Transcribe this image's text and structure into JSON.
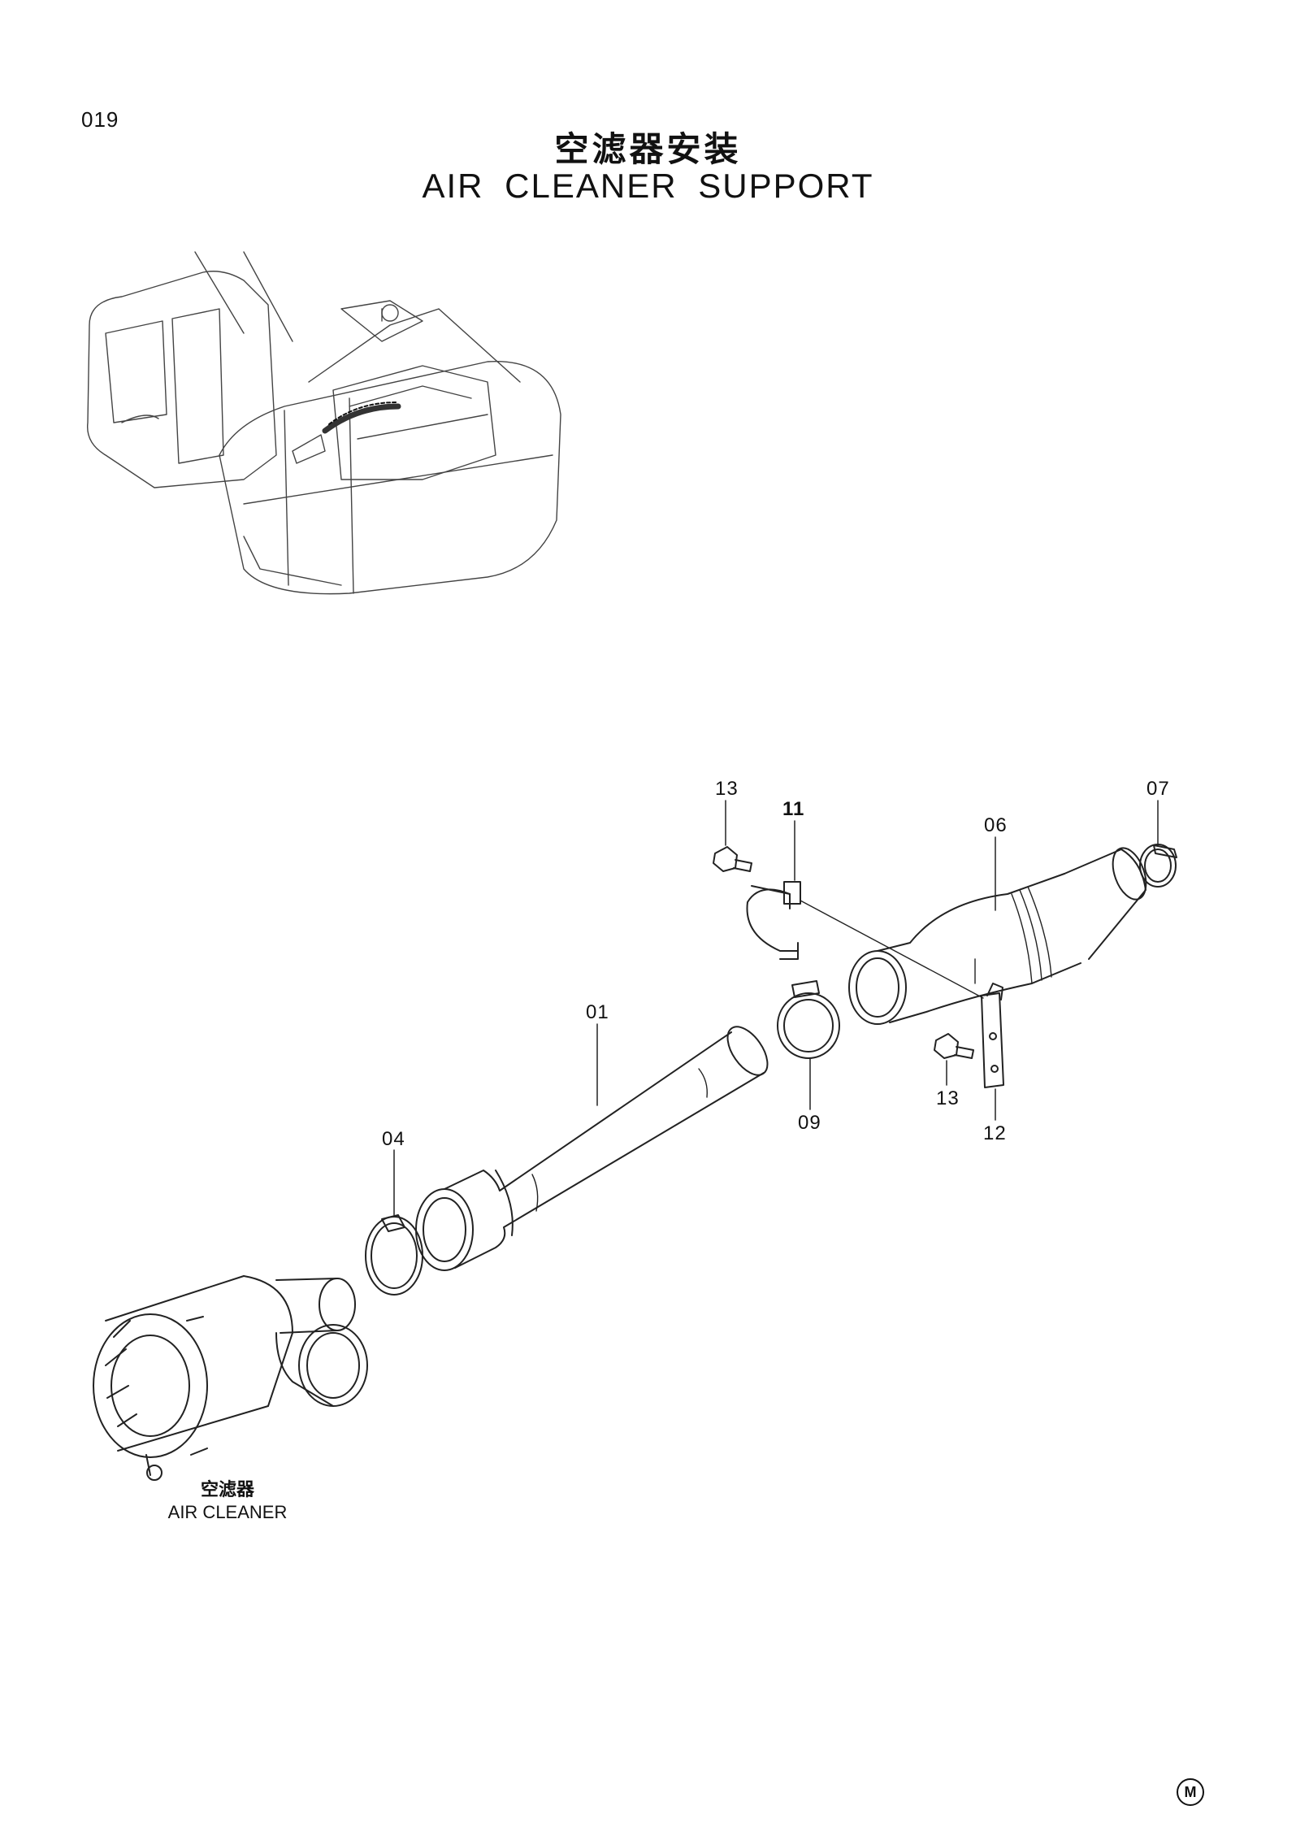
{
  "page": {
    "number": "019"
  },
  "title": {
    "cn": "空滤器安装",
    "en": "AIR CLEANER SUPPORT"
  },
  "callouts": [
    "01",
    "04",
    "06",
    "07",
    "09",
    "11",
    "12",
    "13",
    "13"
  ],
  "component_label": {
    "cn": "空滤器",
    "en": "AIR CLEANER"
  },
  "footer_mark": "M"
}
